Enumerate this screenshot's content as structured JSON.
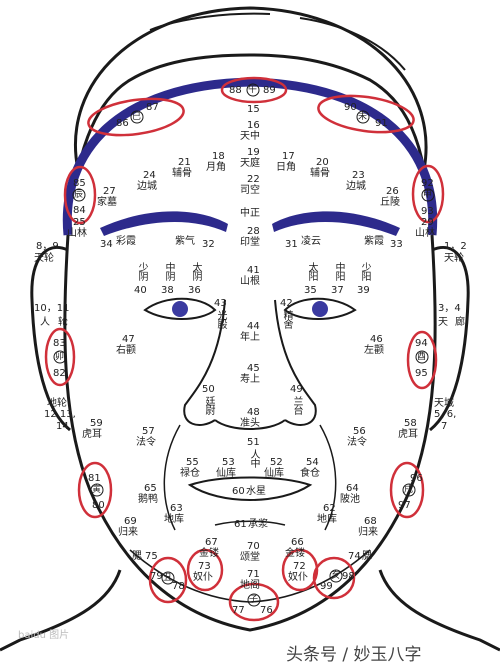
{
  "labels": {
    "n88": "88",
    "n89": "89",
    "n15": "15",
    "n16": "16",
    "tianzhong": "天中",
    "n86": "86",
    "n87": "87",
    "n90": "90",
    "n91": "91",
    "n21": "21",
    "fujiao21": "辅骨",
    "n18": "18",
    "yuejiao": "月角",
    "n19": "19",
    "tianting": "天庭",
    "n17": "17",
    "rijiao": "日角",
    "n20": "20",
    "fujiao20": "辅骨",
    "n24": "24",
    "biancheng24": "边城",
    "n22": "22",
    "sikong": "司空",
    "n23": "23",
    "biancheng23": "边城",
    "n26": "26",
    "qiuling": "丘陵",
    "n85": "85",
    "n84": "84",
    "n27": "27",
    "jiamu": "家墓",
    "n25": "25",
    "shanlin25": "山林",
    "n92": "92",
    "n93": "93",
    "n29": "29",
    "shanlin29": "山林",
    "zhongzheng": "中正",
    "n34": "34",
    "caixia": "彩霞",
    "ziqi": "紫气",
    "n32": "32",
    "n28": "28",
    "yintang": "印堂",
    "n31": "31",
    "lingyun": "凌云",
    "zixia": "紫霞",
    "n33": "33",
    "n8_9": "8，9",
    "tianlun_l": "天轮",
    "n1_2": "1，2",
    "tianlun_r": "天轮",
    "shaoyin_l": "少阴",
    "n40": "40",
    "zhongyin_l": "中阴",
    "n38": "38",
    "taiyin_l": "太阴",
    "n36": "36",
    "taiyang_r": "太阳",
    "n35": "35",
    "zhongyang_r": "中阳",
    "n37": "37",
    "shaoyang_r": "少阳",
    "n39": "39",
    "n41": "41",
    "shangen": "山根",
    "n10_11": "10，11",
    "ren_l": "人",
    "lun_l": "轮",
    "n3_4": "3，4",
    "tian_r": "天",
    "lang_r": "廊",
    "n43": "43",
    "guangdian": "光殿",
    "n42": "42",
    "jingshe": "精舍",
    "n44": "44",
    "nianshang": "年上",
    "n47": "47",
    "youquan": "右颧",
    "n46": "46",
    "zuoquan": "左颧",
    "n83": "83",
    "n82": "82",
    "n94": "94",
    "n95": "95",
    "n45": "45",
    "shoushang": "寿上",
    "dilun": "地轮",
    "n12_14": "12,13,",
    "n14": "14",
    "tiancheng": "天城",
    "n5_7": "5, 6,",
    "n7": "7",
    "n50": "50",
    "tingwei": "廷尉",
    "n48": "48",
    "zhuntou": "准头",
    "n49": "49",
    "lantai": "兰台",
    "n59": "59",
    "huer_l": "虎耳",
    "n57": "57",
    "faling_l": "法令",
    "n56": "56",
    "faling_r": "法令",
    "n58": "58",
    "huer_r": "虎耳",
    "n51": "51",
    "renzhong": "人中",
    "n55": "55",
    "lucang": "禄仓",
    "n53": "53",
    "xianku_l": "仙库",
    "n52": "52",
    "xianku_r": "仙库",
    "n54": "54",
    "shicang": "食仓",
    "n81": "81",
    "n80": "80",
    "n96": "96",
    "n97": "97",
    "n60": "60",
    "shuixing": "水星",
    "n65": "65",
    "ege": "鹅鸭",
    "n63": "63",
    "diku_l": "地库",
    "n64": "64",
    "pochi": "陂池",
    "n62": "62",
    "diku_r": "地库",
    "n69": "69",
    "guilai_l": "归来",
    "n61": "61",
    "chengjiang": "承浆",
    "n68": "68",
    "guilai_r": "归来",
    "n67": "67",
    "jinlou_l": "金镂",
    "n66": "66",
    "jinlou_r": "金镂",
    "n70": "70",
    "songtang": "颂堂",
    "n75": "75",
    "sai_l": "腮",
    "n74": "74",
    "sai_r": "腮",
    "n79": "79",
    "n78": "78",
    "n73": "73",
    "nupu_l": "奴仆",
    "n71": "71",
    "dige": "地阁",
    "n72": "72",
    "nupu_r": "奴仆",
    "n99": "99",
    "n98": "98",
    "n77": "77",
    "n76": "76"
  },
  "circled_glyphs": {
    "g_88": "午",
    "g_86": "巳",
    "g_90": "未",
    "g_85": "辰",
    "g_92": "申",
    "g_83": "卯",
    "g_94": "酉",
    "g_81": "寅",
    "g_96": "戌",
    "g_79": "丑",
    "g_98": "亥",
    "g_77": "子"
  },
  "watermark": "头条号 / 妙玉八字",
  "watermark_small": "baidu 图片",
  "colors": {
    "line": "#1a1a1a",
    "brow": "#2d2a8c",
    "highlight": "#d0303a",
    "eye": "#3a3aa0"
  }
}
